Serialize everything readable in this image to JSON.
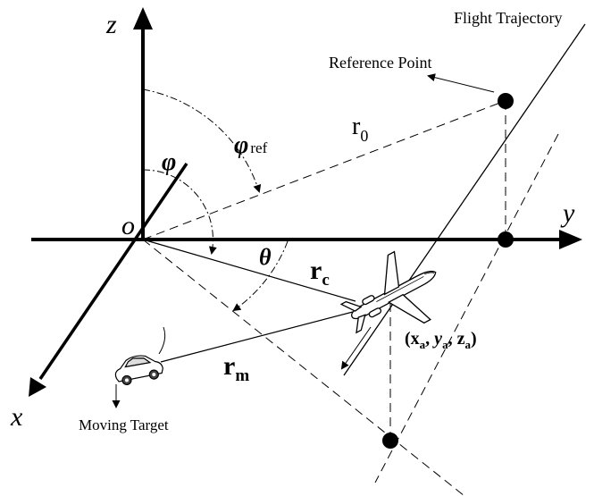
{
  "axes": {
    "z": "z",
    "y": "y",
    "x": "x",
    "origin": "o"
  },
  "angles": {
    "phi": "φ",
    "phi_ref_symbol": "φ",
    "phi_ref_sub": "ref",
    "theta": "θ"
  },
  "labels": {
    "flight_trajectory": "Flight Trajectory",
    "reference_point": "Reference Point",
    "moving_target": "Moving Target",
    "r0_main": "r",
    "r0_sub": "0",
    "rc_main": "r",
    "rc_sub": "c",
    "rm_main": "r",
    "rm_sub": "m"
  },
  "aircraft_position": {
    "open": "(",
    "xa": "x",
    "xa_sub": "a",
    "ya": "y",
    "ya_sub": "a",
    "za": "z",
    "za_sub": "a",
    "comma": ", ",
    "close": ")"
  }
}
